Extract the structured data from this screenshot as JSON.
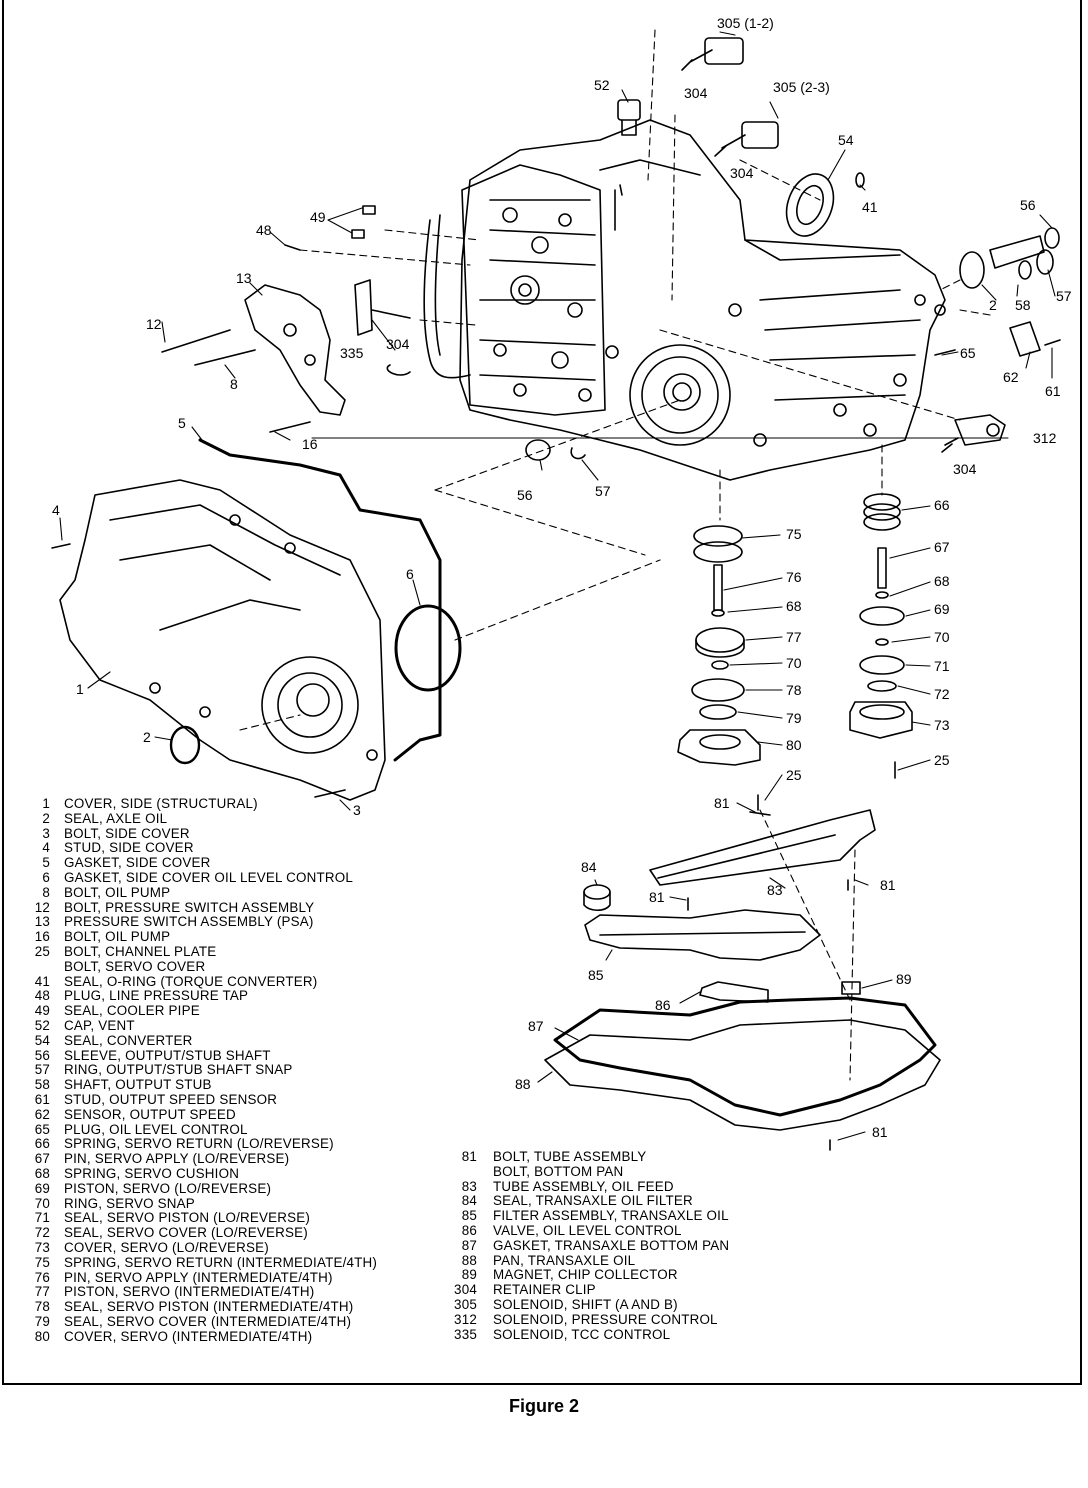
{
  "figure": {
    "caption": "Figure 2"
  },
  "callouts": {
    "c305_12": "305 (1-2)",
    "c304_a": "304",
    "c305_23": "305 (2-3)",
    "c304_b": "304",
    "c52": "52",
    "c54": "54",
    "c41": "41",
    "c56_a": "56",
    "c49": "49",
    "c48": "48",
    "c13": "13",
    "c12": "12",
    "c335": "335",
    "c304_c": "304",
    "c8": "8",
    "c2_a": "2",
    "c58": "58",
    "c57_a": "57",
    "c65": "65",
    "c62": "62",
    "c61": "61",
    "c16": "16",
    "c5": "5",
    "c312": "312",
    "c304_d": "304",
    "c56_b": "56",
    "c57_b": "57",
    "c4": "4",
    "c6": "6",
    "c1": "1",
    "c2_b": "2",
    "c3": "3",
    "c75": "75",
    "c76": "76",
    "c68_a": "68",
    "c77": "77",
    "c70_a": "70",
    "c78": "78",
    "c79": "79",
    "c80": "80",
    "c25_a": "25",
    "c66": "66",
    "c67": "67",
    "c68_b": "68",
    "c69": "69",
    "c70_b": "70",
    "c71": "71",
    "c72": "72",
    "c73": "73",
    "c25_b": "25",
    "c81_a": "81",
    "c84": "84",
    "c81_b": "81",
    "c83": "83",
    "c81_c": "81",
    "c85": "85",
    "c89": "89",
    "c86": "86",
    "c87": "87",
    "c88": "88",
    "c81_d": "81"
  },
  "legend_left": [
    {
      "num": "1",
      "text": "COVER, SIDE (STRUCTURAL)"
    },
    {
      "num": "2",
      "text": "SEAL, AXLE OIL"
    },
    {
      "num": "3",
      "text": "BOLT, SIDE COVER"
    },
    {
      "num": "4",
      "text": "STUD, SIDE COVER"
    },
    {
      "num": "5",
      "text": "GASKET, SIDE COVER"
    },
    {
      "num": "6",
      "text": "GASKET, SIDE COVER OIL LEVEL CONTROL"
    },
    {
      "num": "8",
      "text": "BOLT, OIL PUMP"
    },
    {
      "num": "12",
      "text": "BOLT, PRESSURE SWITCH ASSEMBLY"
    },
    {
      "num": "13",
      "text": "PRESSURE SWITCH ASSEMBLY (PSA)"
    },
    {
      "num": "16",
      "text": "BOLT, OIL PUMP"
    },
    {
      "num": "25",
      "text": "BOLT, CHANNEL PLATE"
    },
    {
      "num": "",
      "text": "BOLT, SERVO COVER"
    },
    {
      "num": "41",
      "text": "SEAL, O-RING (TORQUE CONVERTER)"
    },
    {
      "num": "48",
      "text": "PLUG, LINE PRESSURE TAP"
    },
    {
      "num": "49",
      "text": "SEAL, COOLER PIPE"
    },
    {
      "num": "52",
      "text": "CAP, VENT"
    },
    {
      "num": "54",
      "text": "SEAL, CONVERTER"
    },
    {
      "num": "56",
      "text": "SLEEVE, OUTPUT/STUB SHAFT"
    },
    {
      "num": "57",
      "text": "RING, OUTPUT/STUB SHAFT SNAP"
    },
    {
      "num": "58",
      "text": "SHAFT, OUTPUT STUB"
    },
    {
      "num": "61",
      "text": "STUD, OUTPUT SPEED SENSOR"
    },
    {
      "num": "62",
      "text": "SENSOR, OUTPUT SPEED"
    },
    {
      "num": "65",
      "text": "PLUG, OIL LEVEL CONTROL"
    },
    {
      "num": "66",
      "text": "SPRING, SERVO RETURN (LO/REVERSE)"
    },
    {
      "num": "67",
      "text": "PIN, SERVO APPLY (LO/REVERSE)"
    },
    {
      "num": "68",
      "text": "SPRING, SERVO CUSHION"
    },
    {
      "num": "69",
      "text": "PISTON, SERVO (LO/REVERSE)"
    },
    {
      "num": "70",
      "text": "RING, SERVO SNAP"
    },
    {
      "num": "71",
      "text": "SEAL, SERVO PISTON (LO/REVERSE)"
    },
    {
      "num": "72",
      "text": "SEAL, SERVO COVER (LO/REVERSE)"
    },
    {
      "num": "73",
      "text": "COVER, SERVO (LO/REVERSE)"
    },
    {
      "num": "75",
      "text": "SPRING, SERVO RETURN (INTERMEDIATE/4TH)"
    },
    {
      "num": "76",
      "text": "PIN, SERVO APPLY (INTERMEDIATE/4TH)"
    },
    {
      "num": "77",
      "text": "PISTON, SERVO (INTERMEDIATE/4TH)"
    },
    {
      "num": "78",
      "text": "SEAL, SERVO PISTON (INTERMEDIATE/4TH)"
    },
    {
      "num": "79",
      "text": "SEAL, SERVO COVER (INTERMEDIATE/4TH)"
    },
    {
      "num": "80",
      "text": "COVER, SERVO (INTERMEDIATE/4TH)"
    }
  ],
  "legend_right": [
    {
      "num": "81",
      "text": "BOLT, TUBE ASSEMBLY"
    },
    {
      "num": "",
      "text": "BOLT, BOTTOM PAN"
    },
    {
      "num": "83",
      "text": "TUBE ASSEMBLY, OIL FEED"
    },
    {
      "num": "84",
      "text": "SEAL, TRANSAXLE OIL FILTER"
    },
    {
      "num": "85",
      "text": "FILTER ASSEMBLY, TRANSAXLE OIL"
    },
    {
      "num": "86",
      "text": "VALVE, OIL LEVEL CONTROL"
    },
    {
      "num": "87",
      "text": "GASKET, TRANSAXLE BOTTOM PAN"
    },
    {
      "num": "88",
      "text": "PAN, TRANSAXLE OIL"
    },
    {
      "num": "89",
      "text": "MAGNET, CHIP COLLECTOR"
    },
    {
      "num": "304",
      "text": "RETAINER CLIP"
    },
    {
      "num": "305",
      "text": "SOLENOID, SHIFT (A AND B)"
    },
    {
      "num": "312",
      "text": "SOLENOID, PRESSURE CONTROL"
    },
    {
      "num": "335",
      "text": "SOLENOID, TCC CONTROL"
    }
  ]
}
